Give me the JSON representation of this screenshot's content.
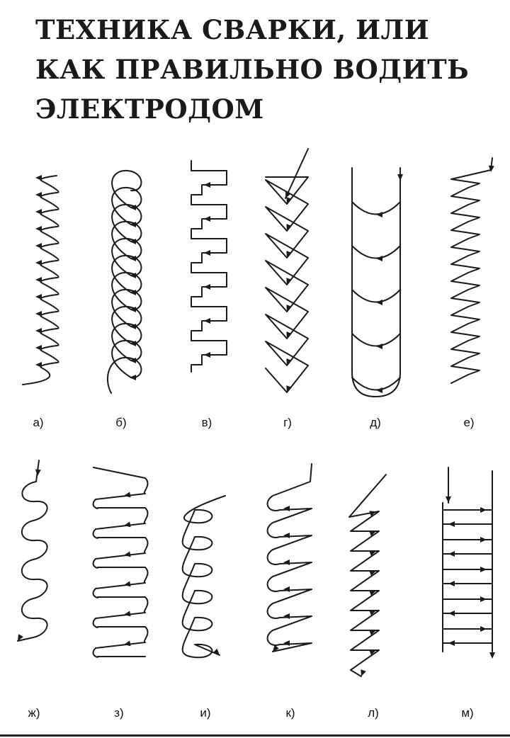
{
  "title": {
    "line1": "ТЕХНИКА СВАРКИ, ИЛИ",
    "line2": "КАК ПРАВИЛЬНО ВОДИТЬ",
    "line3": "ЭЛЕКТРОДОМ"
  },
  "patterns": [
    {
      "label": "а)"
    },
    {
      "label": "б)"
    },
    {
      "label": "в)"
    },
    {
      "label": "г)"
    },
    {
      "label": "д)"
    },
    {
      "label": "е)"
    },
    {
      "label": "ж)"
    },
    {
      "label": "з)"
    },
    {
      "label": "и)"
    },
    {
      "label": "к)"
    },
    {
      "label": "л)"
    },
    {
      "label": "м)"
    }
  ]
}
